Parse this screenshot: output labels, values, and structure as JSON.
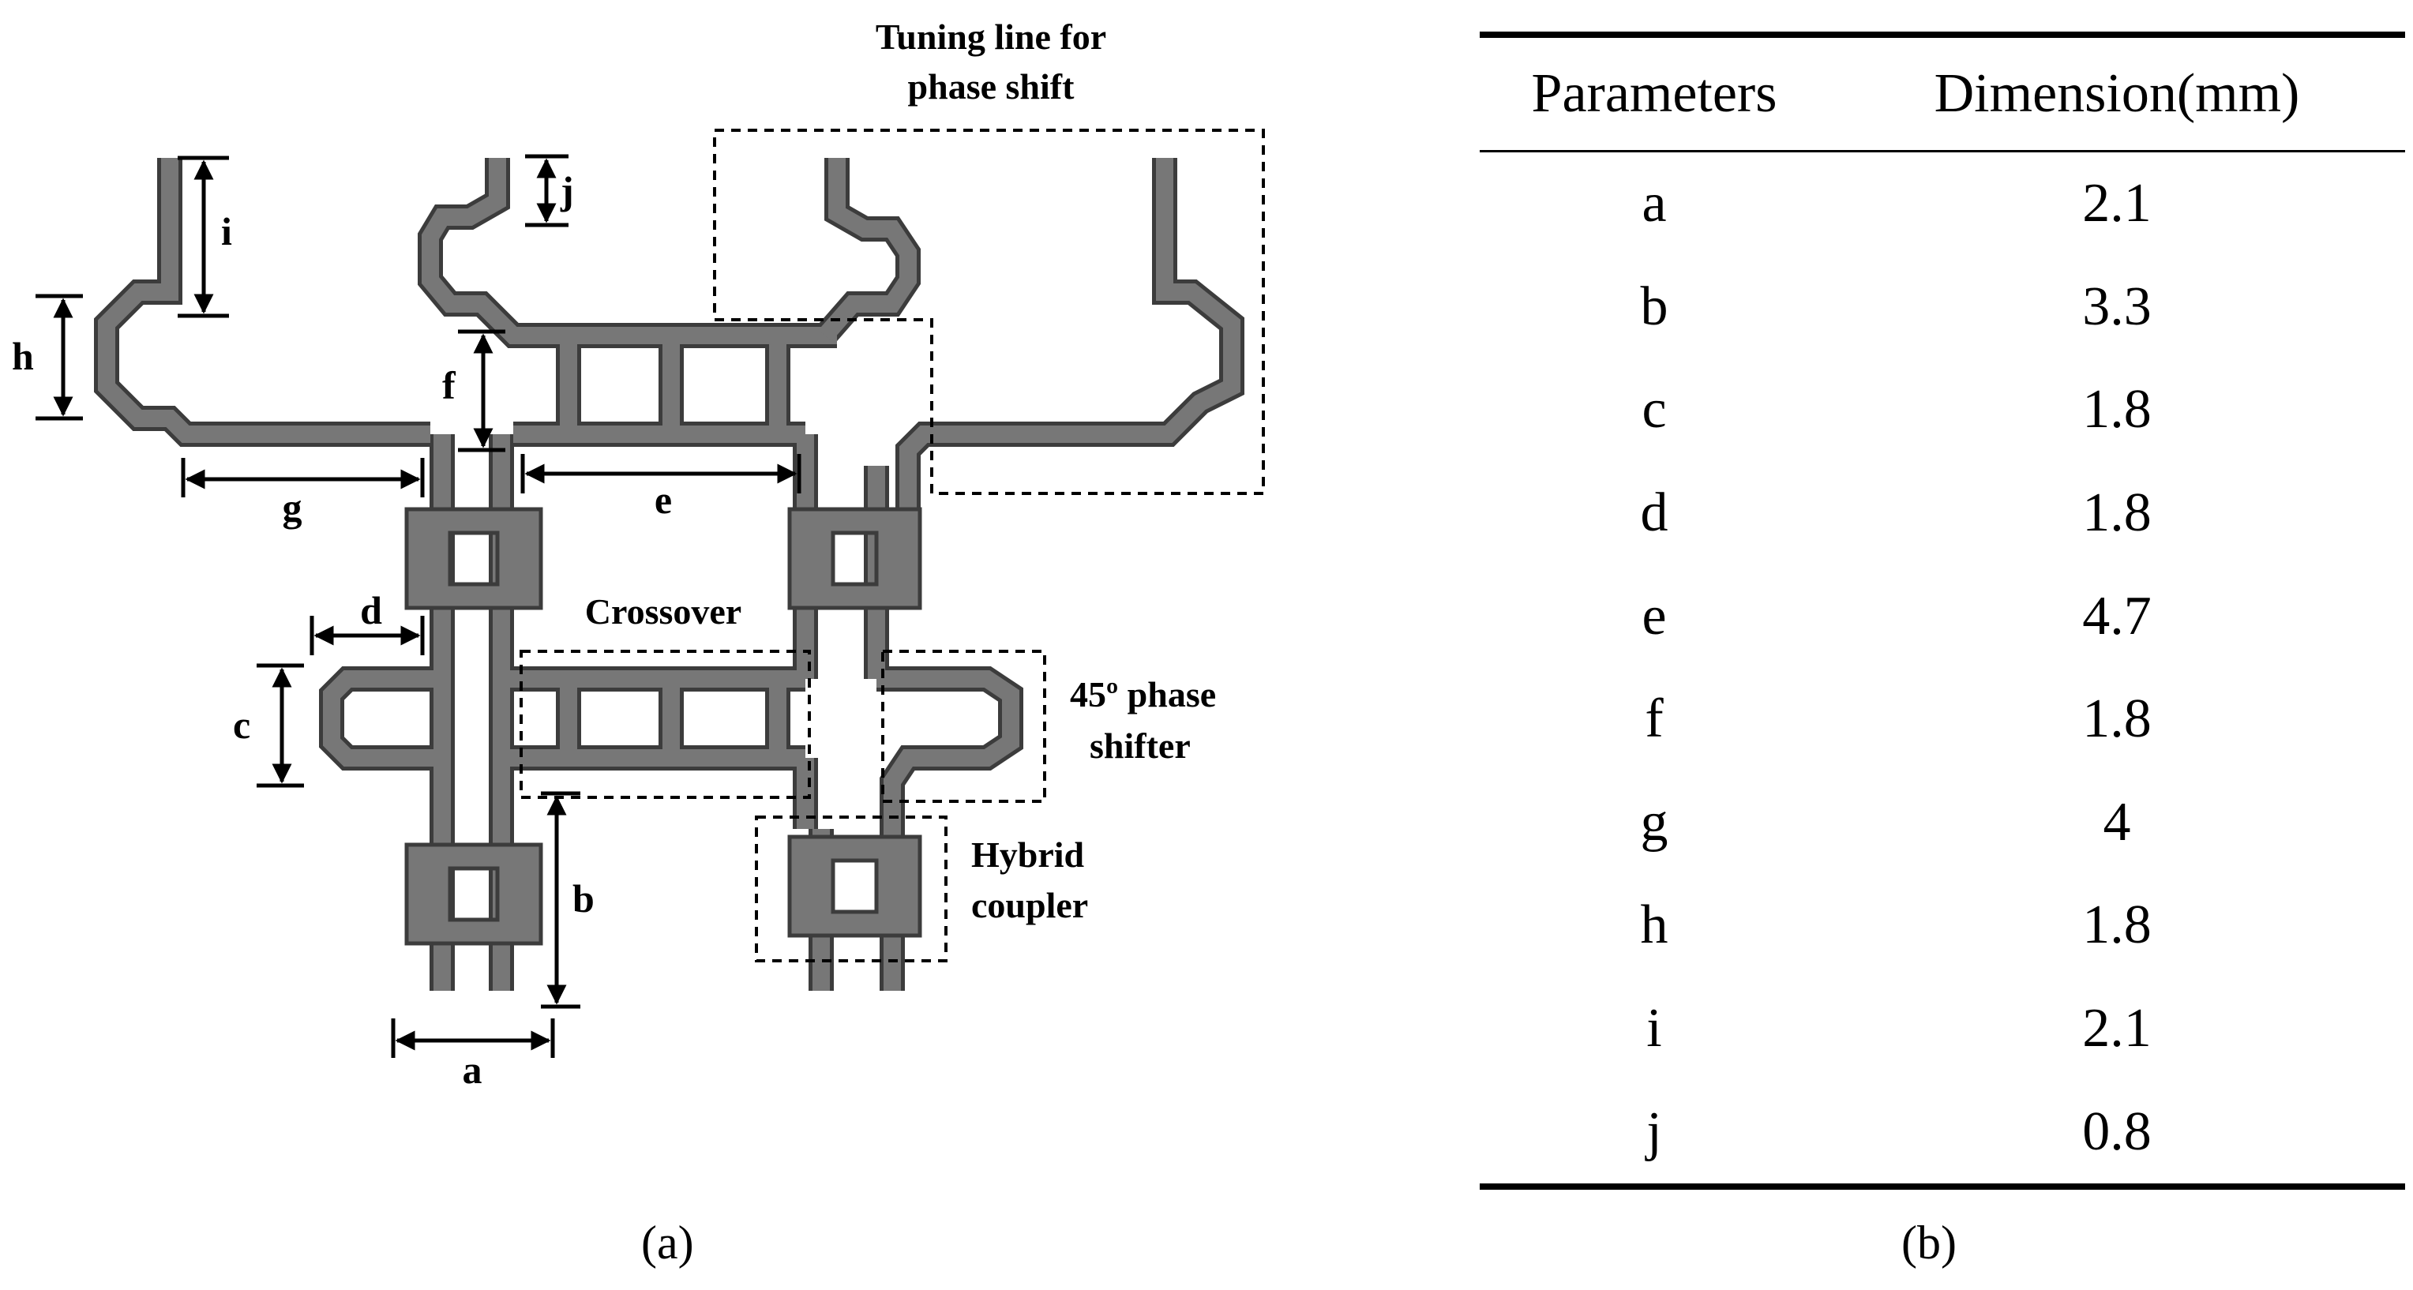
{
  "diagram": {
    "labels": {
      "tuning": [
        "Tuning line for",
        "phase shift"
      ],
      "crossover": "Crossover",
      "phase_shifter": [
        "45º phase",
        "shifter"
      ],
      "hybrid": [
        "Hybrid",
        "coupler"
      ],
      "dims": {
        "a": "a",
        "b": "b",
        "c": "c",
        "d": "d",
        "e": "e",
        "f": "f",
        "g": "g",
        "h": "h",
        "i": "i",
        "j": "j"
      }
    },
    "colors": {
      "trace": "#777777",
      "outline": "#3c3c3c",
      "dash": "#000000"
    }
  },
  "captions": {
    "left": "(a)",
    "right": "(b)"
  },
  "table": {
    "headers": [
      "Parameters",
      "Dimension(mm)"
    ],
    "rows": [
      [
        "a",
        "2.1"
      ],
      [
        "b",
        "3.3"
      ],
      [
        "c",
        "1.8"
      ],
      [
        "d",
        "1.8"
      ],
      [
        "e",
        "4.7"
      ],
      [
        "f",
        "1.8"
      ],
      [
        "g",
        "4"
      ],
      [
        "h",
        "1.8"
      ],
      [
        "i",
        "2.1"
      ],
      [
        "j",
        "0.8"
      ]
    ]
  }
}
